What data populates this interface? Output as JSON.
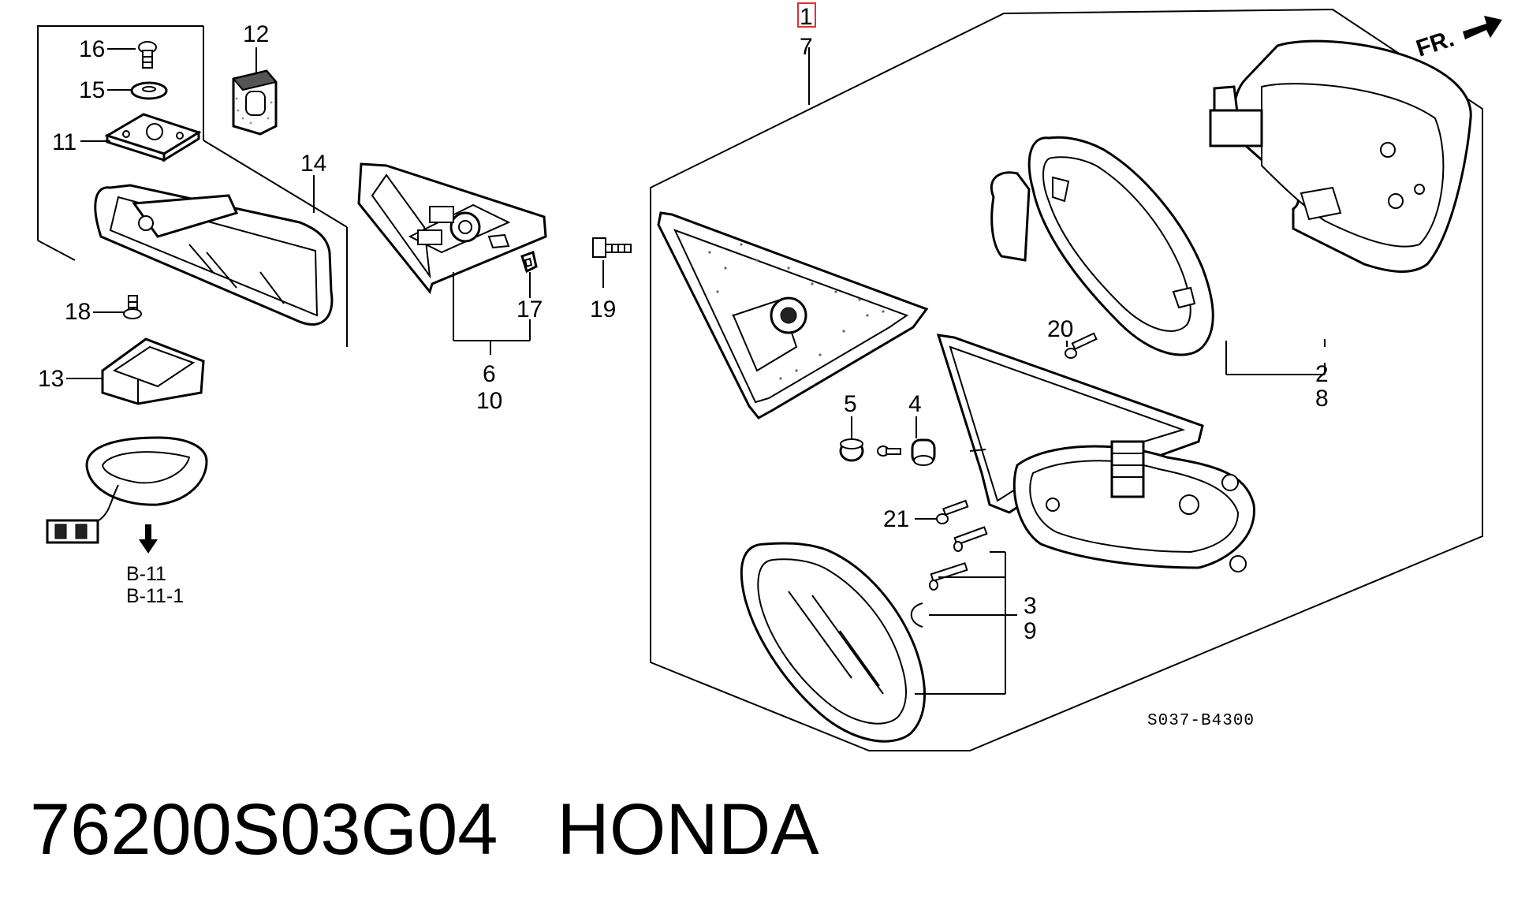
{
  "diagram": {
    "callouts": {
      "c1": "1",
      "c7": "7",
      "c2": "2",
      "c8": "8",
      "c3": "3",
      "c9": "9",
      "c4": "4",
      "c5": "5",
      "c6": "6",
      "c10": "10",
      "c11": "11",
      "c12": "12",
      "c13": "13",
      "c14": "14",
      "c15": "15",
      "c16": "16",
      "c17": "17",
      "c18": "18",
      "c19": "19",
      "c20": "20",
      "c21": "21"
    },
    "direction_label": "FR.",
    "ref_b11": "B-11",
    "ref_b11_1": "B-11-1",
    "diagram_code": "S037-B4300",
    "highlight_color": "#e03030"
  },
  "footer": {
    "part_number": "76200S03G04",
    "brand": "HONDA"
  }
}
